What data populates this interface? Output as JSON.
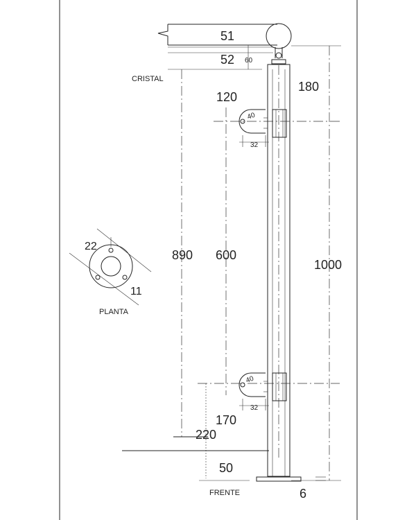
{
  "dimensions": {
    "d51": "51",
    "d52": "52",
    "d60": "60",
    "d180": "180",
    "d120": "120",
    "d40_top": "40",
    "d32_top": "32",
    "d890": "890",
    "d600": "600",
    "d1000": "1000",
    "d40_bottom": "40",
    "d32_bottom": "32",
    "d170": "170",
    "d220": "220",
    "d50": "50",
    "d6": "6",
    "d22": "22",
    "d11": "11"
  },
  "labels": {
    "cristal": "CRISTAL",
    "planta": "PLANTA",
    "frente": "FRENTE"
  }
}
